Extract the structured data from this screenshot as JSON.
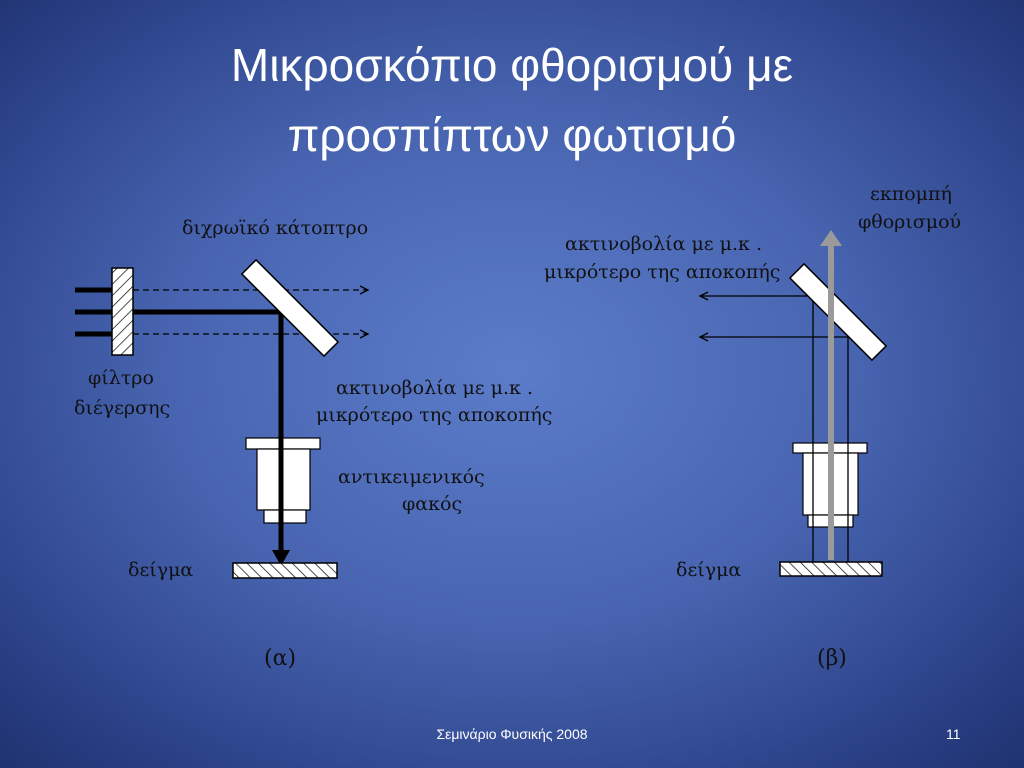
{
  "slide": {
    "title_line1": "Μικροσκόπιο φθορισμού με",
    "title_line2": "προσπίπτων φωτισμό",
    "footer_text": "Σεμινάριο Φυσικής 2008",
    "slide_number": "11"
  },
  "diagram_a": {
    "mirror_label": "διχρωϊκό κάτοπτρο",
    "filter_label_1": "φίλτρο",
    "filter_label_2": "διέγερσης",
    "radiation_label_1": "ακτινοβολία με μ.κ .",
    "radiation_label_2": "μικρότερο της αποκοπής",
    "objective_label_1": "αντικειμενικός",
    "objective_label_2": "φακός",
    "sample_label": "δείγμα",
    "caption": "(α)"
  },
  "diagram_b": {
    "emission_label_1": "εκπομπή",
    "emission_label_2": "φθορισμού",
    "radiation_label_1": "ακτινοβολία με μ.κ .",
    "radiation_label_2": "μικρότερο της αποκοπής",
    "sample_label": "δείγμα",
    "caption": "(β)"
  }
}
